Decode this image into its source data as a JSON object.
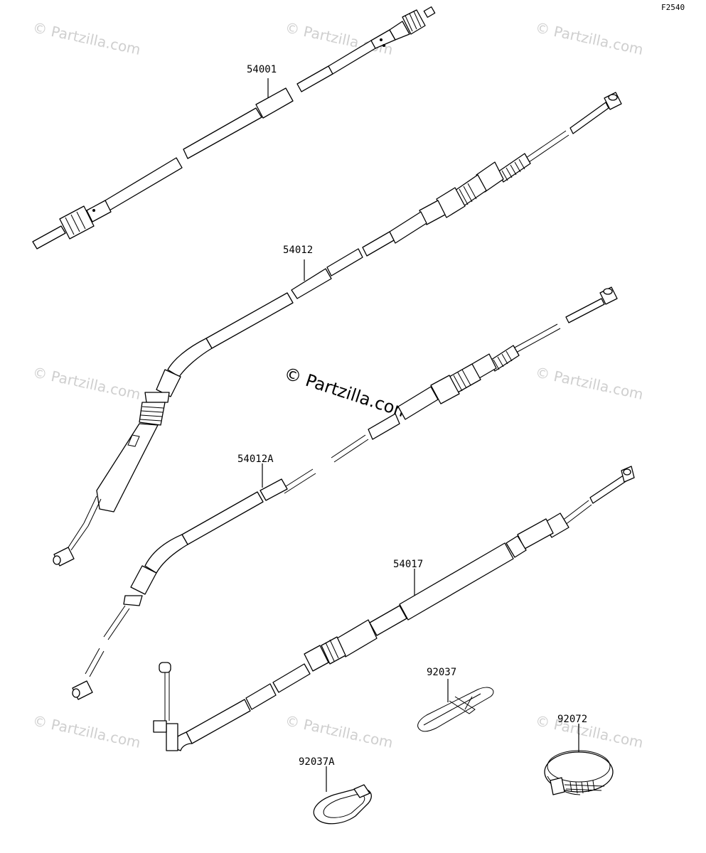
{
  "figure_code": "F2540",
  "watermark": {
    "faint": "© Partzilla.com",
    "center": "© Partzilla.com"
  },
  "parts": [
    {
      "id": "cable-54001",
      "number": "54001"
    },
    {
      "id": "cable-54012",
      "number": "54012"
    },
    {
      "id": "cable-54012A",
      "number": "54012A"
    },
    {
      "id": "cable-54017",
      "number": "54017"
    },
    {
      "id": "clip-92037",
      "number": "92037"
    },
    {
      "id": "clamp-92037A",
      "number": "92037A"
    },
    {
      "id": "band-92072",
      "number": "92072"
    }
  ]
}
